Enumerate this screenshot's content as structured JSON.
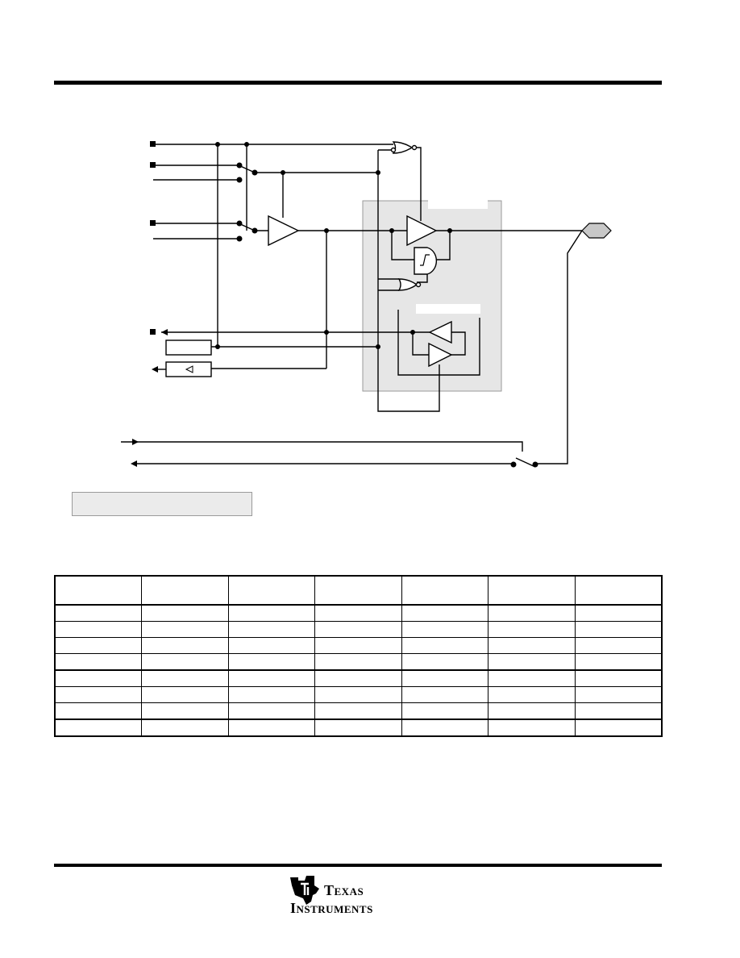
{
  "logo": {
    "word1": "Texas",
    "word2": "Instruments"
  },
  "table": {
    "columns": 7,
    "header_rows": 1,
    "body_rows": 8
  },
  "colors": {
    "shaded_region": "#e6e6e6",
    "legend_fill": "#ebebeb",
    "pad_fill": "#c8c8c8",
    "line": "#000000"
  },
  "icons": {
    "schmitt_trigger": "schmitt-trigger-icon",
    "buffer": "buffer-triangle-icon",
    "nor_gate": "nor-gate-icon",
    "switch": "analog-switch-icon",
    "pin": "pin-pad-icon"
  }
}
